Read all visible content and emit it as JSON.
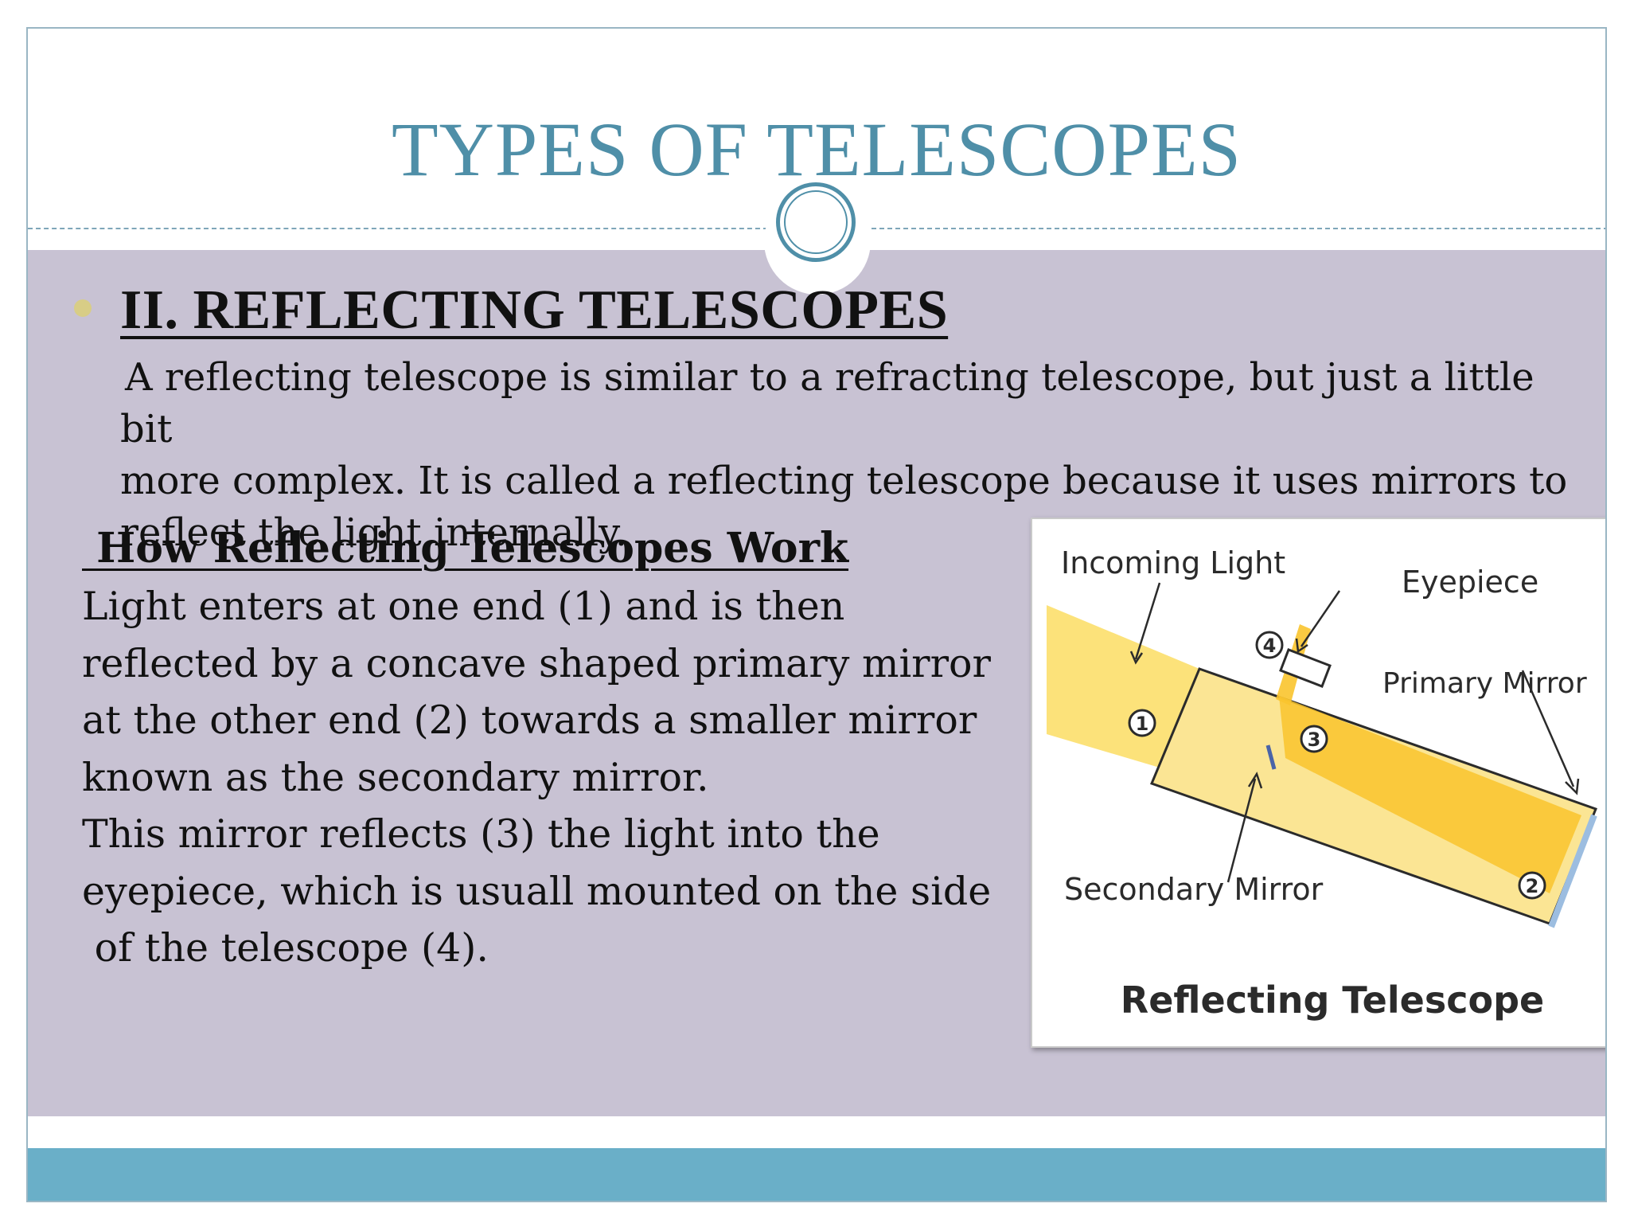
{
  "slide": {
    "title": "TYPES OF TELESCOPES",
    "colors": {
      "title": "#4f8fa8",
      "content_background": "#c8c2d3",
      "footer_band": "#6aafc8",
      "bullet": "#d8cd86",
      "diagram_light": "#fce27a",
      "diagram_beam": "#f9c42d",
      "diagram_tube": "#fbe594",
      "primary_mirror": "#9cbde0"
    }
  },
  "section": {
    "heading": "II. REFLECTING TELESCOPES",
    "intro_lines": [
      "A reflecting telescope is similar to a refracting telescope, but just a little bit",
      "more complex. It is called a reflecting telescope because it uses mirrors to",
      "reflect the light internally."
    ]
  },
  "how_it_works": {
    "heading": " How Reflecting Telescopes Work",
    "lines": [
      "Light enters at one end (1) and is then",
      "reflected by a concave shaped primary mirror",
      "at the other end (2) towards a smaller mirror",
      "known as the secondary mirror.",
      "This mirror reflects (3) the light into the",
      "eyepiece, which is usuall mounted on the side",
      " of the telescope (4)."
    ]
  },
  "diagram": {
    "caption": "Reflecting Telescope",
    "labels": {
      "incoming_light": "Incoming Light",
      "eyepiece": "Eyepiece",
      "primary_mirror": "Primary Mirror",
      "secondary_mirror": "Secondary Mirror"
    },
    "markers": [
      "1",
      "2",
      "3",
      "4"
    ]
  }
}
